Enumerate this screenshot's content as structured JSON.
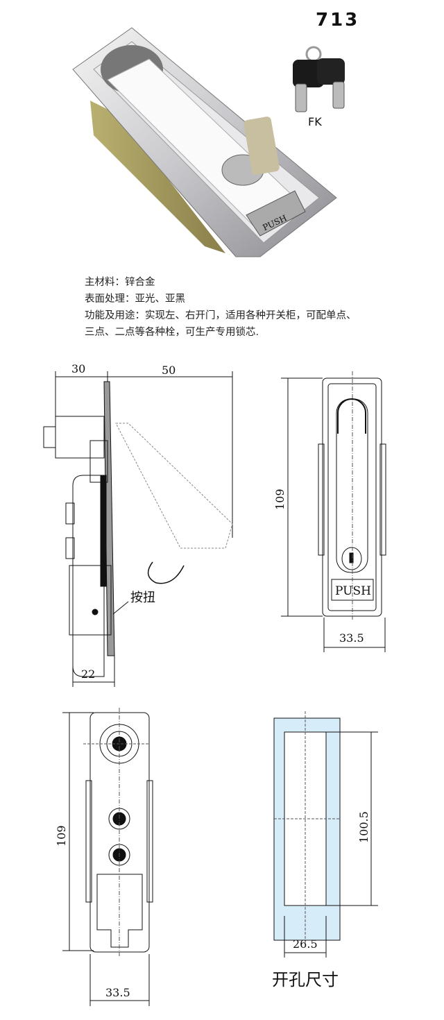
{
  "header": {
    "model_number": "713",
    "key_label": "FK"
  },
  "specs": [
    "主材料：锌合金",
    "表面处理：亚光、亚黑",
    "功能及用途：实现左、右开门，适用各种开关柜，可配单点、",
    "三点、二点等各种栓，可生产专用锁芯."
  ],
  "side_view": {
    "dim_top_left": "30",
    "dim_top_right": "50",
    "dim_bottom": "22",
    "button_label": "按扭"
  },
  "front_view": {
    "dim_height": "109",
    "dim_width": "33.5",
    "push_label": "PUSH"
  },
  "back_view": {
    "dim_height": "109",
    "dim_width": "33.5"
  },
  "cutout": {
    "dim_height": "100.5",
    "dim_width": "26.5",
    "title": "开孔尺寸",
    "fill_color": "#d6ecf8"
  },
  "photo": {
    "push_label": "PUSH"
  }
}
